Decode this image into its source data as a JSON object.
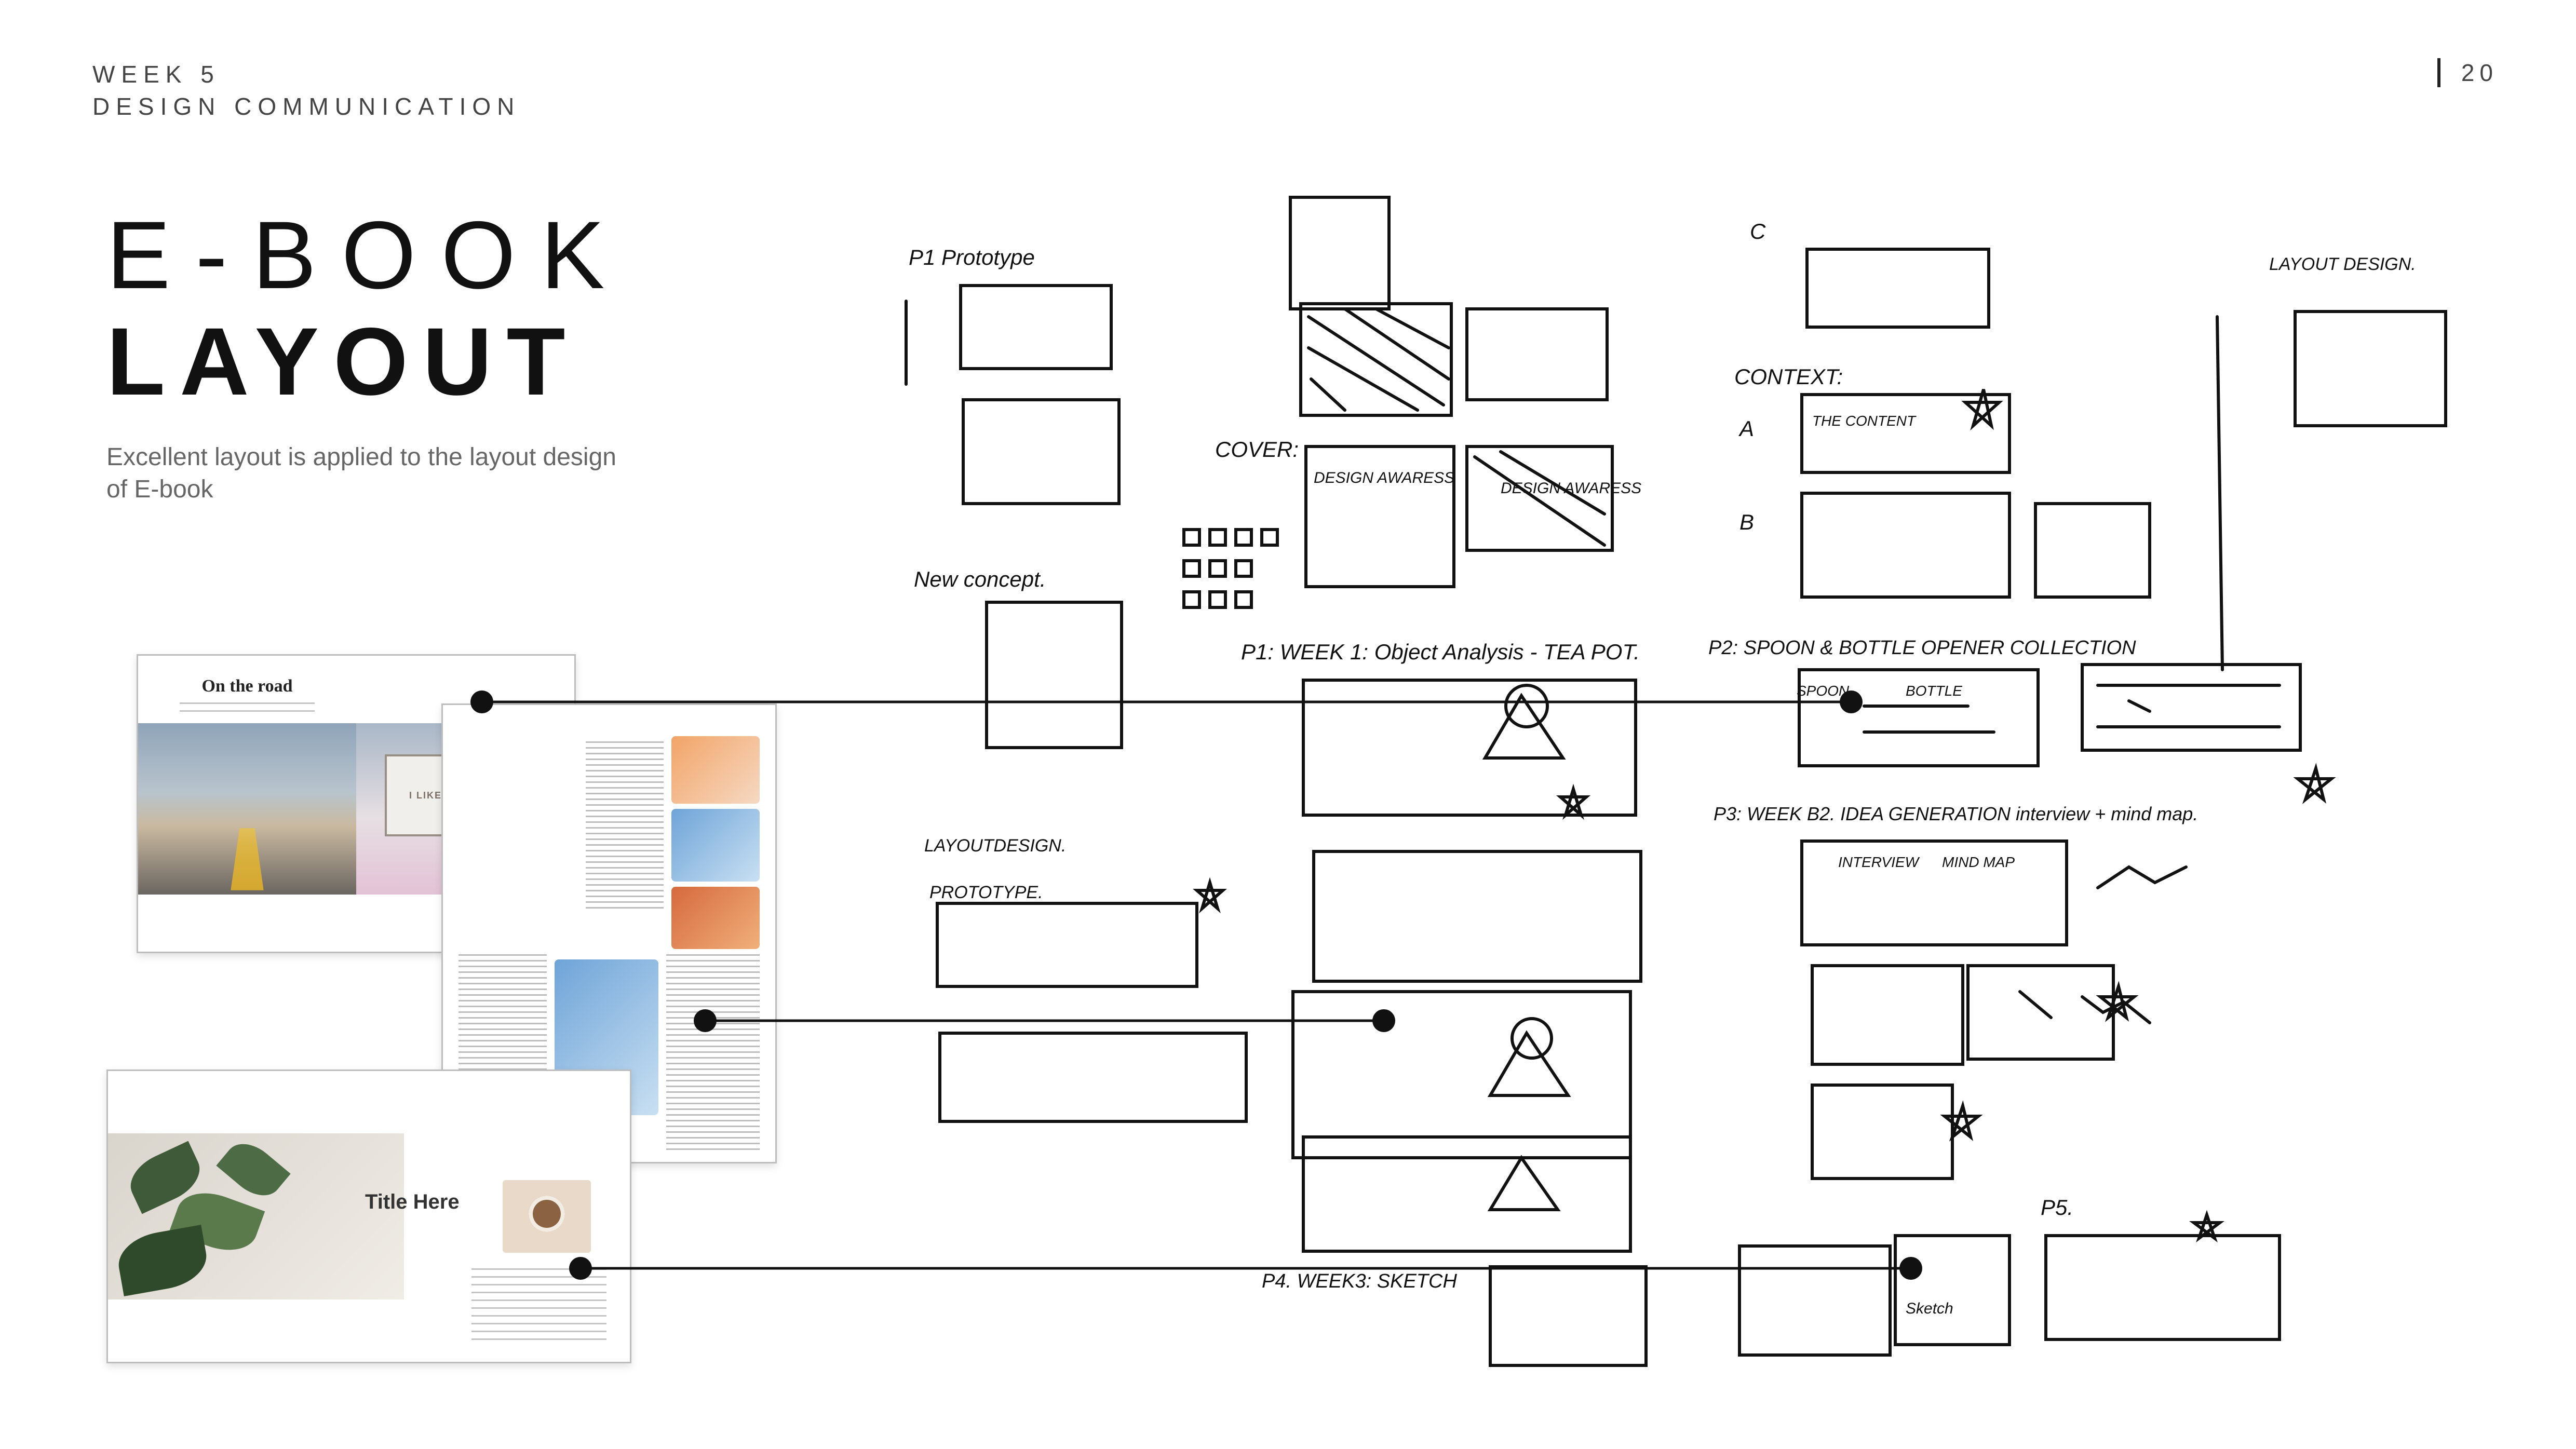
{
  "header": {
    "week": "WEEK 5",
    "course": "DESIGN COMMUNICATION",
    "page_number": "20"
  },
  "title": {
    "line1": "E-BOOK",
    "line2": "LAYOUT"
  },
  "subtitle": "Excellent layout is applied to the layout design of E-book",
  "thumbnails": {
    "road_heading": "On the road",
    "sign_text": "I LIKE TO BE ALONE",
    "title_here": "Title Here"
  },
  "sketch_labels": {
    "p1_prototype": "P1 Prototype",
    "cover": "COVER:",
    "design_awaress_1": "DESIGN AWARESS",
    "design_awaress_2": "DESIGN AWARESS",
    "new_concept": "New concept.",
    "layout_design_left": "LAYOUTDESIGN.",
    "prototype": "PROTOTYPE.",
    "p1_week": "P1: WEEK 1: Object Analysis - TEA POT.",
    "content": "CONTEXT:",
    "the_content": "THE CONTENT",
    "a": "A",
    "b": "B",
    "c": "C",
    "p2": "P2: SPOON & BOTTLE OPENER COLLECTION",
    "spoon": "SPOON",
    "bottle": "BOTTLE",
    "p3": "P3: WEEK B2. IDEA GENERATION interview + mind map.",
    "interview": "INTERVIEW",
    "mind_map": "MIND MAP",
    "p4": "P4. WEEK3: SKETCH",
    "sketch": "Sketch",
    "p5": "P5.",
    "layout_design_right": "LAYOUT DESIGN."
  }
}
